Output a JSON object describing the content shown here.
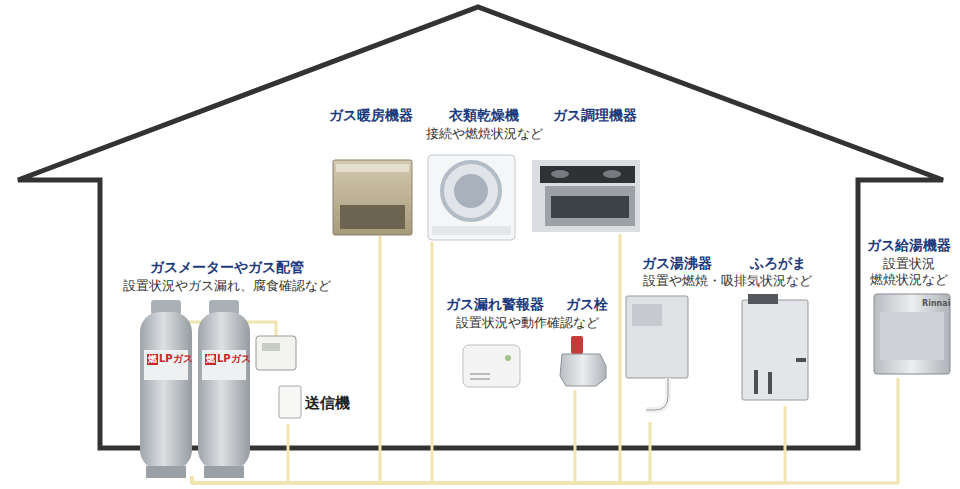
{
  "diagram": {
    "nodes": [
      {
        "text": [
          "ガス暖房機器"
        ]
      },
      {
        "text": [
          "衣類乾燥機",
          "接続や燃焼状況など"
        ]
      },
      {
        "text": [
          "ガス調理機器"
        ]
      },
      {
        "text": [
          "ガスメーターやガス配管",
          "設置状況やガス漏れ、腐食確認など"
        ]
      },
      {
        "text": [
          "ガス漏れ警報器"
        ]
      },
      {
        "text": [
          "ガス栓"
        ]
      },
      {
        "text": [
          "ガス湯沸器"
        ]
      },
      {
        "text": [
          "ふろがま"
        ]
      },
      {
        "text": [
          "ガス給湯機器",
          "設置状況 燃焼状況など"
        ]
      },
      {
        "text": [
          "送信機"
        ]
      }
    ],
    "edges": [
      {
        "from": 3,
        "to": 9,
        "arrow": "none"
      },
      {
        "from": 3,
        "to": 0,
        "arrow": "none"
      },
      {
        "from": 3,
        "to": 1,
        "arrow": "none"
      },
      {
        "from": 3,
        "to": 5,
        "arrow": "none"
      },
      {
        "from": 3,
        "to": 2,
        "arrow": "none"
      },
      {
        "from": 3,
        "to": 6,
        "arrow": "none"
      },
      {
        "from": 3,
        "to": 7,
        "arrow": "none"
      },
      {
        "from": 3,
        "to": 8,
        "arrow": "none"
      }
    ],
    "labels": [
      "設置状況や動作確認など",
      "設置や燃焼・吸排気状況など",
      "燃",
      "LPガス",
      "燃",
      "LPガス",
      "Rinnai"
    ]
  }
}
